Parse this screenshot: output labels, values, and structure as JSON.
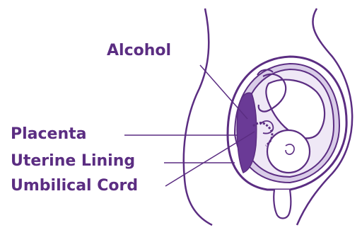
{
  "labels": {
    "alcohol": "Alcohol",
    "placenta": "Placenta",
    "uterine_lining": "Uterine Lining",
    "umbilical_cord": "Umbilical Cord"
  },
  "colors": {
    "outline": "#5b2d82",
    "label_text": "#5b2d82",
    "placenta_fill": "#6a3a96",
    "lining_fill": "#a58bc4",
    "amniotic_fill": "#efe8f6",
    "background": "#ffffff"
  }
}
